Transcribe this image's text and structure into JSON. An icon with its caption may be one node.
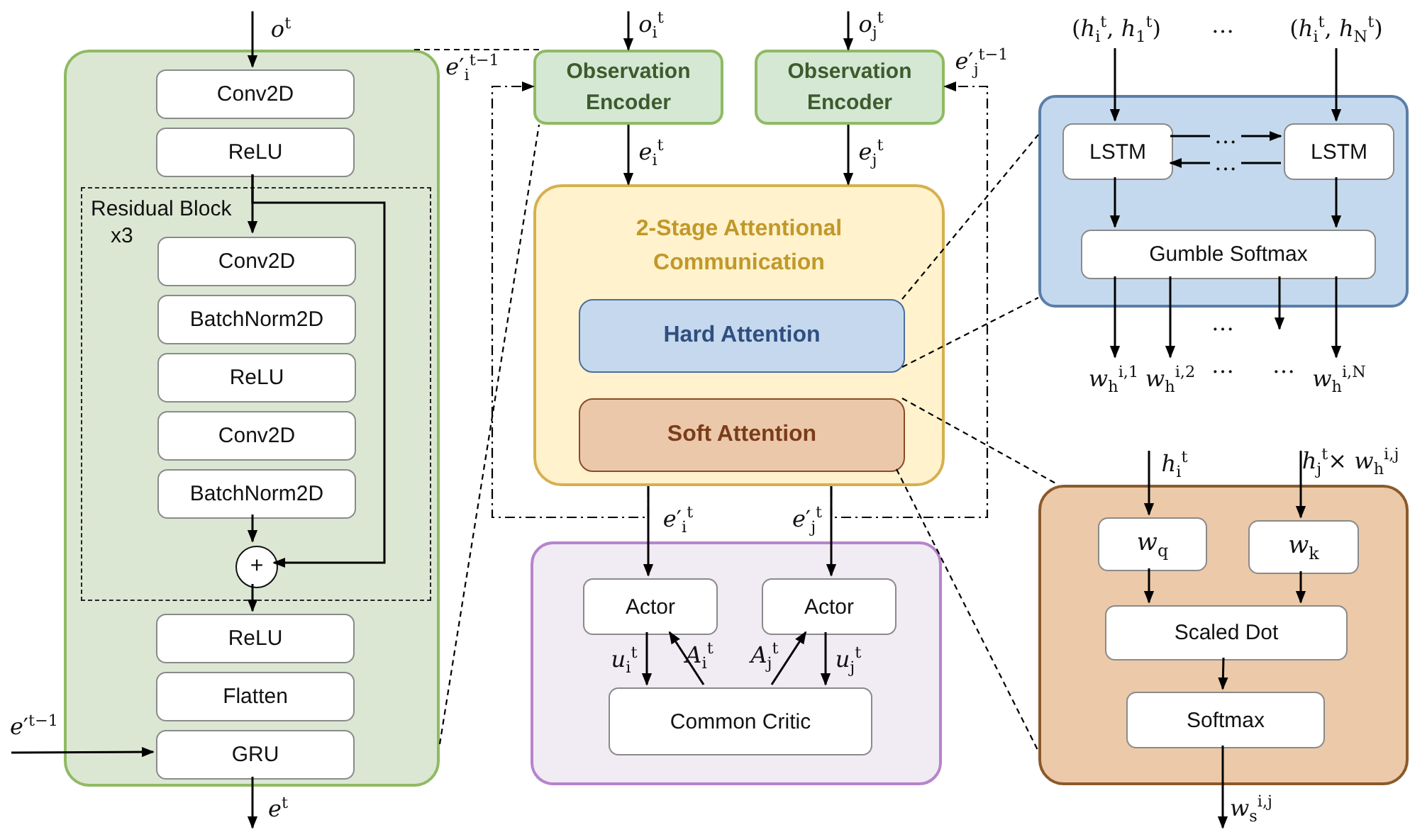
{
  "diagram": {
    "nodes": [
      {
        "text": [],
        "shape": "box"
      },
      {
        "text": [
          "Conv2D"
        ],
        "in": 0
      },
      {
        "text": [
          "ReLU"
        ],
        "in": 0
      },
      {
        "text": [
          "Residual Block",
          "x3"
        ],
        "in": 0
      },
      {
        "text": [
          "Conv2D"
        ],
        "in": 3
      },
      {
        "text": [
          "BatchNorm2D"
        ],
        "in": 3
      },
      {
        "text": [
          "ReLU"
        ],
        "in": 3
      },
      {
        "text": [
          "Conv2D"
        ],
        "in": 3
      },
      {
        "text": [
          "BatchNorm2D"
        ],
        "in": 3
      },
      {
        "text": [
          "+"
        ],
        "in": 3
      },
      {
        "text": [
          "ReLU"
        ],
        "in": 0
      },
      {
        "text": [
          "Flatten"
        ],
        "in": 0
      },
      {
        "text": [
          "GRU"
        ],
        "in": 0
      },
      {
        "text": [
          "Observation Encoder"
        ]
      },
      {
        "text": [
          "Observation Encoder"
        ]
      },
      {
        "text": [
          "2-Stage Attentional Communication"
        ]
      },
      {
        "text": [
          "Hard Attention"
        ],
        "in": 15
      },
      {
        "text": [
          "Soft Attention"
        ],
        "in": 15
      },
      {
        "text": [],
        "shape": "box"
      },
      {
        "text": [
          "Actor"
        ],
        "in": 18
      },
      {
        "text": [
          "Actor"
        ],
        "in": 18
      },
      {
        "text": [
          "Common Critic"
        ],
        "in": 18
      },
      {
        "text": [],
        "shape": "box"
      },
      {
        "text": [
          "LSTM"
        ],
        "in": 22
      },
      {
        "text": [
          "LSTM"
        ],
        "in": 22
      },
      {
        "text": [
          "Gumble Softmax"
        ],
        "in": 22
      },
      {
        "text": [],
        "shape": "box"
      },
      {
        "text": [
          "*w*$_{q}$"
        ],
        "in": 26
      },
      {
        "text": [
          "*w*$_{k}$"
        ],
        "in": 26
      },
      {
        "text": [
          "Scaled Dot"
        ],
        "in": 26
      },
      {
        "text": [
          "Softmax"
        ],
        "in": 26
      },
      {
        "text": [
          "(*h*$_{i}$$^{t}$, *h*$_{1}$$^{t}$)"
        ]
      },
      {
        "text": [
          "(*h*$_{i}$$^{t}$, *h*$_{N}$$^{t}$)"
        ]
      },
      {
        "text": [
          "*w*$_{h}$$^{i,1}$"
        ]
      },
      {
        "text": [
          "*w*$_{h}$$^{i,2}$"
        ]
      },
      {
        "text": [
          "*w*$_{h}$$^{i,N}$"
        ]
      }
    ],
    "edges": [
      {
        "from": null,
        "to": 1,
        "arrow": "to",
        "label": "*o*$^{t}$"
      },
      {
        "from": 2,
        "to": 4,
        "arrow": "to"
      },
      {
        "from": 2,
        "to": 9,
        "arrow": "to"
      },
      {
        "from": 8,
        "to": 9,
        "arrow": "to"
      },
      {
        "from": 9,
        "to": 10,
        "arrow": "to"
      },
      {
        "from": null,
        "to": 12,
        "arrow": "to",
        "label": "*e*′$^{t−1}$"
      },
      {
        "from": 12,
        "to": null,
        "arrow": "to",
        "label": "*e*$^{t}$"
      },
      {
        "from": 0,
        "to": 13,
        "arrow": "none",
        "style": "dashed"
      },
      {
        "from": 0,
        "to": 13,
        "arrow": "none",
        "style": "dashed"
      },
      {
        "from": null,
        "to": 13,
        "arrow": "to",
        "label": "*o*$_{i}$$^{t}$"
      },
      {
        "from": null,
        "to": 14,
        "arrow": "to",
        "label": "*o*$_{j}$$^{t}$"
      },
      {
        "from": 13,
        "to": 15,
        "arrow": "to",
        "label": "*e*$_{i}$$^{t}$"
      },
      {
        "from": 14,
        "to": 15,
        "arrow": "to",
        "label": "*e*$_{j}$$^{t}$"
      },
      {
        "from": 15,
        "to": 19,
        "arrow": "to",
        "label": "*e*′$_{i}$$^{t}$"
      },
      {
        "from": 15,
        "to": 20,
        "arrow": "to",
        "label": "*e*′$_{j}$$^{t}$"
      },
      {
        "from": 15,
        "to": 13,
        "arrow": "to",
        "style": "dashed",
        "label": "*e*′$_{i}$$^{t−1}$"
      },
      {
        "from": 15,
        "to": 14,
        "arrow": "to",
        "style": "dashed",
        "label": "*e*′$_{j}$$^{t−1}$"
      },
      {
        "from": 19,
        "to": 21,
        "arrow": "to",
        "label": "*u*$_{i}$$^{t}$"
      },
      {
        "from": 21,
        "to": 19,
        "arrow": "to",
        "label": "*A*$_{i}$$^{t}$"
      },
      {
        "from": 21,
        "to": 20,
        "arrow": "to",
        "label": "*A*$_{j}$$^{t}$"
      },
      {
        "from": 20,
        "to": 21,
        "arrow": "to",
        "label": "*u*$_{j}$$^{t}$"
      },
      {
        "from": 16,
        "to": 22,
        "arrow": "none",
        "style": "dashed"
      },
      {
        "from": 16,
        "to": 22,
        "arrow": "none",
        "style": "dashed"
      },
      {
        "from": 17,
        "to": 26,
        "arrow": "none",
        "style": "dashed"
      },
      {
        "from": 17,
        "to": 26,
        "arrow": "none",
        "style": "dashed"
      },
      {
        "from": 31,
        "to": 23,
        "arrow": "to"
      },
      {
        "from": 32,
        "to": 24,
        "arrow": "to"
      },
      {
        "from": 23,
        "to": 24,
        "arrow": "to",
        "label": "…"
      },
      {
        "from": 24,
        "to": 23,
        "arrow": "to",
        "label": "…"
      },
      {
        "from": 23,
        "to": 25,
        "arrow": "to"
      },
      {
        "from": 24,
        "to": 25,
        "arrow": "to"
      },
      {
        "from": 25,
        "to": 33,
        "arrow": "to"
      },
      {
        "from": 25,
        "to": 34,
        "arrow": "to"
      },
      {
        "from": 25,
        "to": null,
        "arrow": "to"
      },
      {
        "from": 25,
        "to": 35,
        "arrow": "to"
      },
      {
        "from": null,
        "to": 27,
        "arrow": "to",
        "label": "*h*$_{i}$$^{t}$"
      },
      {
        "from": null,
        "to": 28,
        "arrow": "to",
        "label": "*h*$_{j}$$^{t}$× *w*$_{h}$$^{i,j}$"
      },
      {
        "from": 27,
        "to": 29,
        "arrow": "to"
      },
      {
        "from": 28,
        "to": 29,
        "arrow": "to"
      },
      {
        "from": 29,
        "to": 30,
        "arrow": "to"
      },
      {
        "from": 30,
        "to": null,
        "arrow": "to",
        "label": "*w*$_{s}$$^{i,j}$"
      }
    ],
    "labels": [
      "…",
      "…",
      "…",
      "…"
    ]
  }
}
